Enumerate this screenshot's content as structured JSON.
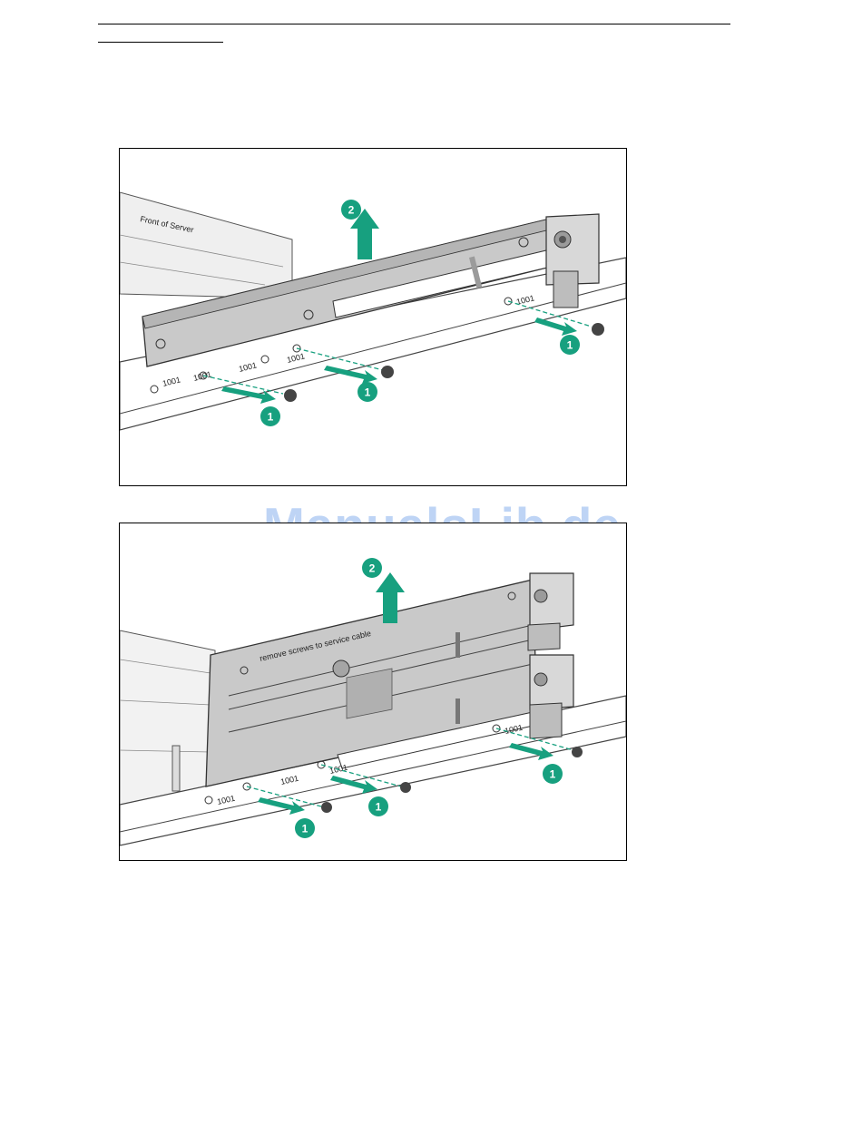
{
  "colors": {
    "callout": "#17a07f",
    "arrow": "#17a07f",
    "rail_fill": "#c9c9c9",
    "rail_dark": "#9b9b9b",
    "watermark": "#a9c6f2"
  },
  "watermark": "ManualsLib.de",
  "figures": [
    {
      "callouts": [
        "2",
        "1",
        "1",
        "1"
      ],
      "chassis_label": "Front of Server",
      "slot_labels": [
        "1001",
        "1001",
        "1001",
        "1001",
        "1001"
      ]
    },
    {
      "callouts": [
        "2",
        "1",
        "1",
        "1"
      ],
      "bracket_label": "remove screws to service cable",
      "slot_labels": [
        "1001",
        "1001",
        "1001",
        "1001"
      ]
    }
  ]
}
